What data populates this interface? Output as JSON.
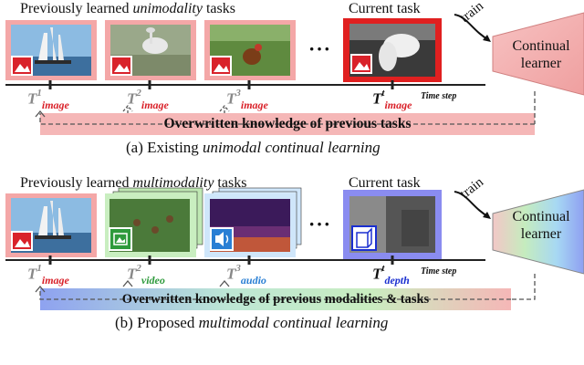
{
  "panel_a": {
    "header_prefix": "Previously learned ",
    "header_italic": "unimodality",
    "header_suffix": " tasks",
    "current_task": "Current task",
    "ellipsis": "···",
    "train": "train",
    "learner_line1": "Continual",
    "learner_line2": "learner",
    "t1": {
      "T": "T",
      "sup": "1",
      "sub": "image"
    },
    "t2": {
      "T": "T",
      "sup": "2",
      "sub": "image"
    },
    "t3": {
      "T": "T",
      "sup": "3",
      "sub": "image"
    },
    "tt": {
      "T": "T",
      "sup": "t",
      "sub": "image"
    },
    "time_step": "Time step",
    "banner": "Overwritten knowledge of previous tasks",
    "caption_prefix": "(a) Existing ",
    "caption_italic": "unimodal continual learning"
  },
  "panel_b": {
    "header_prefix": "Previously learned ",
    "header_italic": "multimodality",
    "header_suffix": " tasks",
    "current_task": "Current task",
    "ellipsis": "···",
    "train": "train",
    "learner_line1": "Continual",
    "learner_line2": "learner",
    "t1": {
      "T": "T",
      "sup": "1",
      "sub": "image"
    },
    "t2": {
      "T": "T",
      "sup": "2",
      "sub": "video"
    },
    "t3": {
      "T": "T",
      "sup": "3",
      "sub": "audio"
    },
    "tt": {
      "T": "T",
      "sup": "t",
      "sub": "depth"
    },
    "time_step": "Time step",
    "banner": "Overwritten knowledge of previous modalities & tasks",
    "caption_prefix": "(b) Proposed ",
    "caption_italic": "multimodal continual learning"
  },
  "colors": {
    "image": "#d9222a",
    "video": "#2e9a3c",
    "audio": "#2a7fd4",
    "depth": "#1a2fd0",
    "banner_a": "#f5b7b7",
    "learner_a": "#f3b4b4"
  }
}
